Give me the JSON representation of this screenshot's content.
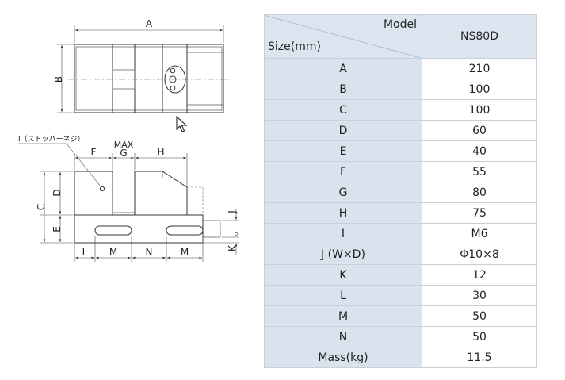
{
  "drawing": {
    "dims": {
      "A": "A",
      "B": "B",
      "C": "C",
      "D": "D",
      "E": "E",
      "F": "F",
      "G": "G",
      "H": "H",
      "J": "J",
      "K": "K",
      "L": "L",
      "M1": "M",
      "N": "N",
      "M2": "M",
      "MAX": "MAX"
    },
    "stopper_note": "I（ストッパーネジ）"
  },
  "table": {
    "header": {
      "model_label": "Model",
      "size_label": "Size(mm)",
      "model_name": "NS80D"
    },
    "rows": [
      {
        "label": "A",
        "value": "210"
      },
      {
        "label": "B",
        "value": "100"
      },
      {
        "label": "C",
        "value": "100"
      },
      {
        "label": "D",
        "value": "60"
      },
      {
        "label": "E",
        "value": "40"
      },
      {
        "label": "F",
        "value": "55"
      },
      {
        "label": "G",
        "value": "80"
      },
      {
        "label": "H",
        "value": "75"
      },
      {
        "label": "I",
        "value": "M6"
      },
      {
        "label": "J (W×D)",
        "value": "Φ10×8"
      },
      {
        "label": "K",
        "value": "12"
      },
      {
        "label": "L",
        "value": "30"
      },
      {
        "label": "M",
        "value": "50"
      },
      {
        "label": "N",
        "value": "50"
      },
      {
        "label": "Mass(kg)",
        "value": "11.5"
      }
    ]
  }
}
